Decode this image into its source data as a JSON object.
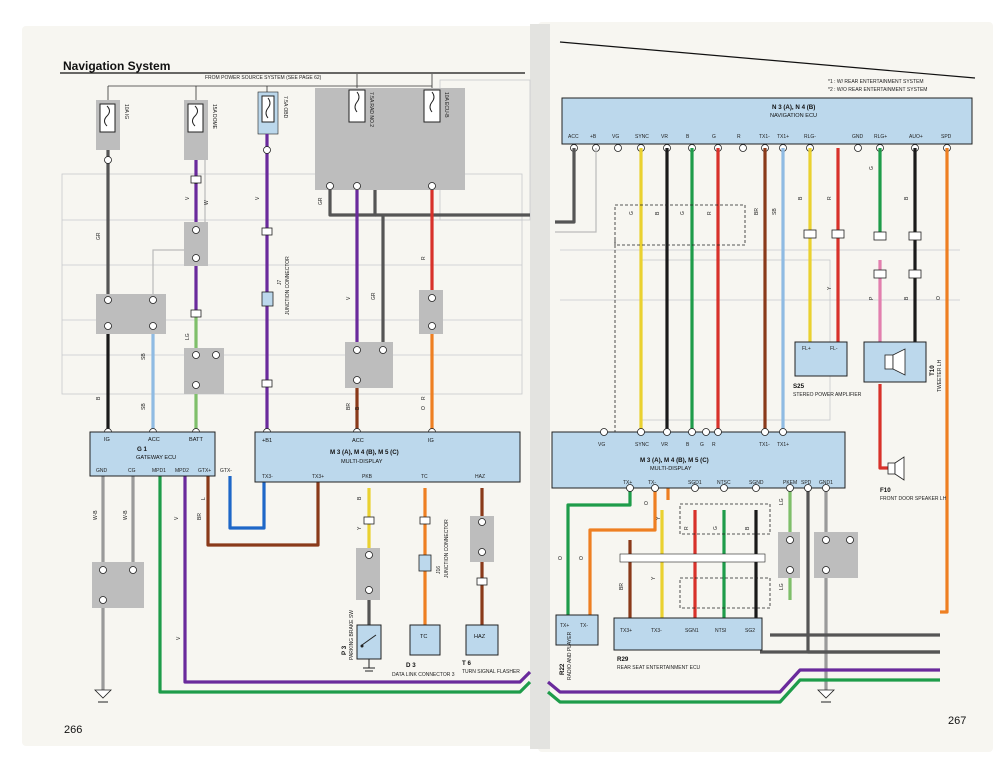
{
  "page_title": "Navigation System",
  "page_left_number": "266",
  "page_right_number": "267",
  "power_source_note": "FROM POWER SOURCE SYSTEM (SEE PAGE 62)",
  "legend": [
    "*1 : W/ REAR ENTERTAINMENT SYSTEM",
    "*2 : W/O REAR ENTERTAINMENT SYSTEM"
  ],
  "fuses": [
    {
      "label": "10A IG",
      "color": "#bdbdbd"
    },
    {
      "label": "15A DOME",
      "color": "#bdbdbd"
    },
    {
      "label": "7.5A OBD",
      "color": "#bcd8ec"
    },
    {
      "label": "7.5A RAD NO.2",
      "color": "#bdbdbd"
    },
    {
      "label": "10A ECU-B",
      "color": "#bdbdbd"
    }
  ],
  "junction_connectors": [
    {
      "id": "J7",
      "name": "JUNCTION CONNECTOR"
    },
    {
      "id": "J16",
      "name": "JUNCTION CONNECTOR"
    }
  ],
  "components": {
    "gateway": {
      "id": "G 1",
      "name": "GATEWAY ECU",
      "top_pins": [
        "IG",
        "ACC",
        "BATT"
      ],
      "bottom_pins": [
        "GND",
        "CG",
        "MPD1",
        "MPD2",
        "GTX+",
        "GTX-"
      ]
    },
    "md_left": {
      "id": "M 3 (A), M 4 (B), M 5 (C)",
      "name": "MULTI-DISPLAY",
      "top_pins": [
        "+B1",
        "ACC",
        "IG"
      ],
      "bottom_pins": [
        "TX3-",
        "TX3+",
        "PKB",
        "TC",
        "HAZ"
      ]
    },
    "nav_ecu": {
      "id": "N 3 (A), N 4 (B)",
      "name": "NAVIGATION ECU",
      "pins": [
        "ACC",
        "+B",
        "VG",
        "SYNC",
        "VR",
        "B",
        "G",
        "R",
        "TX1-",
        "TX1+",
        "RLG-",
        "GND",
        "RLG+",
        "AUO+",
        "SPD"
      ]
    },
    "md_right": {
      "id": "M 3 (A), M 4 (B), M 5 (C)",
      "name": "MULTI-DISPLAY",
      "top_pins": [
        "VG",
        "SYNC",
        "VR",
        "B",
        "G",
        "R",
        "TX1-",
        "TX1+"
      ],
      "bottom_pins": [
        "TX+",
        "TX-",
        "SGD1",
        "NTSC",
        "SGND",
        "PKEM",
        "SPD",
        "GND1"
      ]
    },
    "amplifier": {
      "id": "S25",
      "name": "STEREO POWER AMPLIFIER",
      "pins": [
        "FL+",
        "FL-"
      ]
    },
    "tweeter": {
      "id": "T10",
      "name": "TWEETER LH"
    },
    "front_speaker": {
      "id": "F10",
      "name": "FRONT DOOR SPEAKER LH"
    },
    "radio": {
      "id": "R22",
      "name": "RADIO AND PLAYER",
      "pins": [
        "TX+",
        "TX-"
      ]
    },
    "rse": {
      "id": "R29",
      "name": "REAR SEAT ENTERTAINMENT ECU",
      "pins": [
        "TX3+",
        "TX3-",
        "SGN1",
        "NTSI",
        "SG2"
      ]
    },
    "parking": {
      "id": "P 3",
      "name": "PARKING BRAKE SW"
    },
    "dlc": {
      "id": "D 3",
      "name": "DATA LINK CONNECTOR 3",
      "pin": "TC"
    },
    "flasher": {
      "id": "T 6",
      "name": "TURN SIGNAL FLASHER",
      "pin": "HAZ"
    }
  },
  "wire_colors": {
    "B": "#1a1a1a",
    "SB": "#8fbbe3",
    "LG": "#7fbf6a",
    "V": "#6a2a9c",
    "GR": "#555555",
    "O": "#ee7f22",
    "Y": "#ead130",
    "G": "#1e9c4a",
    "R": "#d8312a",
    "L": "#1e67c8",
    "BR": "#8a3a1a",
    "W-B": "#9a9a9a",
    "P": "#e27fae",
    "W": "#cfcfcf"
  },
  "wire_letters": [
    "GR",
    "W",
    "LG",
    "B",
    "B",
    "SB",
    "SB",
    "V",
    "V",
    "V",
    "GR",
    "GR",
    "R",
    "R",
    "BR",
    "O",
    "B",
    "Y",
    "G",
    "G",
    "B",
    "R",
    "BR",
    "SB",
    "L",
    "W-B",
    "W-B",
    "V",
    "BR",
    "Y",
    "O",
    "O",
    "Y",
    "G",
    "B",
    "R",
    "BR",
    "LG",
    "LG",
    "O",
    "O",
    "G",
    "B",
    "B",
    "Y",
    "R",
    "P",
    "B",
    "V"
  ]
}
